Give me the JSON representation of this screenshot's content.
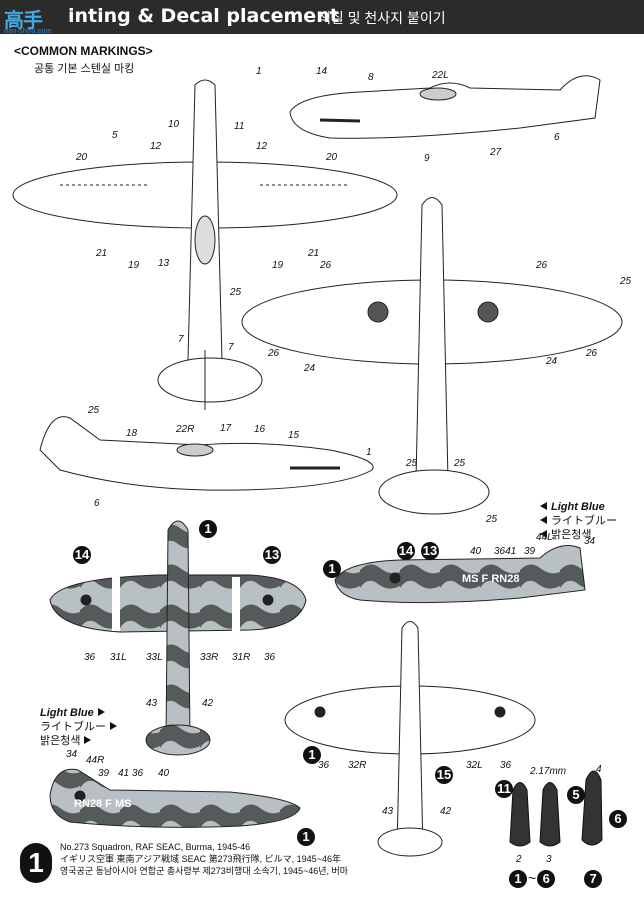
{
  "header": {
    "logo_main": "高手",
    "logo_site": "nan-shou.com",
    "title": "Painting & Decal placement",
    "title_visible": "inting & Decal placement",
    "title_kr": "색칠 및 천사지 붙이기"
  },
  "common": {
    "title": "<COMMON MARKINGS>",
    "subtitle": "공통 기본 스텐실 마킹"
  },
  "callouts_top": [
    "1",
    "14",
    "8",
    "22L",
    "5",
    "6",
    "10",
    "11",
    "12",
    "12",
    "20",
    "20",
    "9",
    "27",
    "21",
    "21",
    "19",
    "19",
    "13",
    "25",
    "26",
    "26",
    "25",
    "26",
    "26",
    "24",
    "7",
    "7",
    "24"
  ],
  "callouts_side2": [
    "25",
    "18",
    "22R",
    "17",
    "16",
    "15",
    "1",
    "6",
    "25",
    "25",
    "25"
  ],
  "legend_right": {
    "items": [
      "Light Blue",
      "ライトブルー",
      "밝은청색"
    ],
    "code": "34"
  },
  "legend_left": {
    "items": [
      "Light Blue",
      "ライトブルー",
      "밝은청색"
    ],
    "code": "34"
  },
  "scheme_callouts": [
    "36",
    "31L",
    "33L",
    "33R",
    "31R",
    "36",
    "43",
    "42",
    "40",
    "3641",
    "39",
    "44L",
    "34",
    "44R",
    "39",
    "41",
    "36",
    "40",
    "36",
    "32R",
    "32L",
    "36",
    "43",
    "42"
  ],
  "aircraft_codes": {
    "left": "RN28 F MS",
    "right": "MS F RN28"
  },
  "propeller": {
    "dim": "2.17mm",
    "labels": [
      "4",
      "2",
      "3"
    ],
    "badges_a": [
      "1",
      "6"
    ],
    "badge_sep": "~",
    "badge_b": "7"
  },
  "marker_badges": [
    "1",
    "14",
    "13",
    "1",
    "14",
    "13",
    "1",
    "15",
    "11",
    "5",
    "6",
    "1"
  ],
  "footnote": {
    "number": "1",
    "line1": "No.273 Squadron, RAF SEAC, Burma, 1945-46",
    "line2": "イギリス空軍 東南アジア戦域 SEAC 第273飛行隊, ビルマ, 1945~46年",
    "line3": "영국공군 동남아시아 연합군 총사령부 제273비행대 소속기, 1945~46년, 버마"
  },
  "colors": {
    "header_bg": "#2b2b2b",
    "camo_dark": "#555a5a",
    "camo_light": "#b9c0c4",
    "ink": "#111111"
  }
}
